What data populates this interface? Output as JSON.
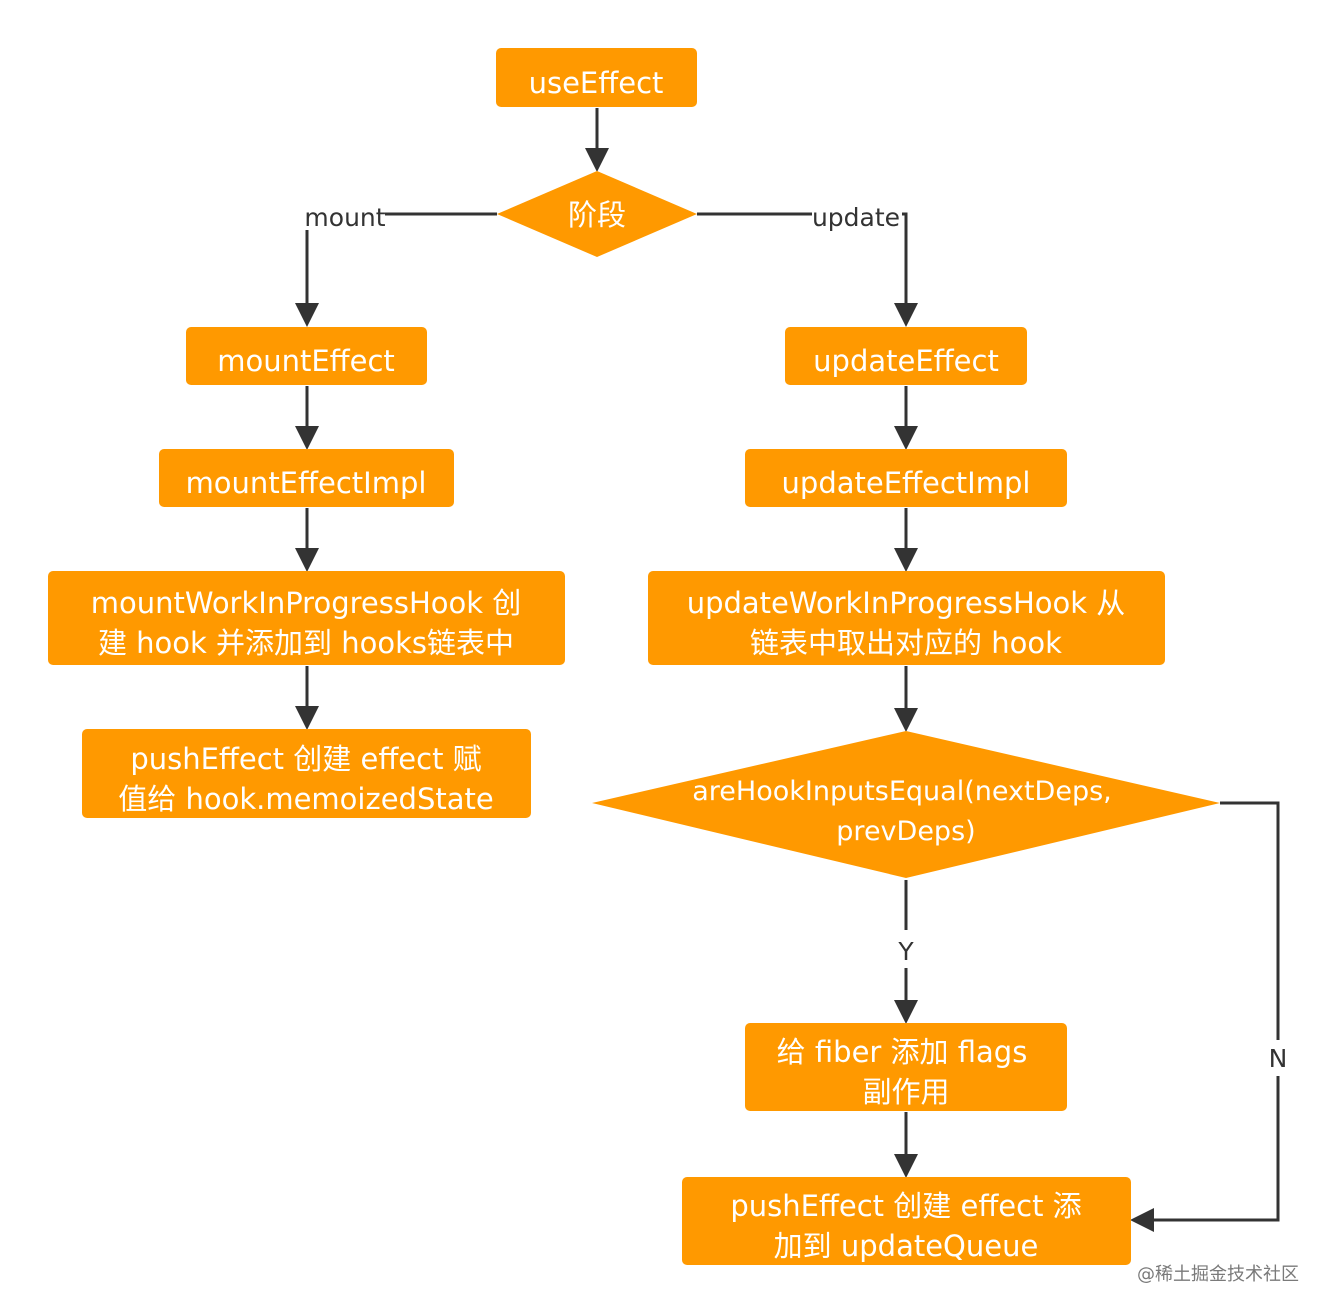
{
  "colors": {
    "node_fill": "#FF9900",
    "node_text": "#FFFFFF",
    "edge": "#333333",
    "label": "#333333"
  },
  "nodes": {
    "use_effect": "useEffect",
    "stage": "阶段",
    "mount_effect": "mountEffect",
    "mount_effect_impl": "mountEffectImpl",
    "mount_wip_hook": [
      "mountWorkInProgressHook 创",
      "建 hook 并添加到 hooks链表中"
    ],
    "push_effect_mount": [
      "pushEffect 创建 effect 赋",
      "值给 hook.memoizedState"
    ],
    "update_effect": "updateEffect",
    "update_effect_impl": "updateEffectImpl",
    "update_wip_hook": [
      "updateWorkInProgressHook 从",
      "链表中取出对应的 hook"
    ],
    "are_inputs_equal": [
      "areHookInputsEqual(nextDeps,",
      "prevDeps)"
    ],
    "add_flags": [
      "给 fiber 添加 flags",
      "副作用"
    ],
    "push_effect_update": [
      "pushEffect 创建 effect 添",
      "加到 updateQueue"
    ]
  },
  "edge_labels": {
    "mount": "mount",
    "update": "update",
    "yes": "Y",
    "no": "N"
  },
  "watermark": "@稀土掘金技术社区"
}
